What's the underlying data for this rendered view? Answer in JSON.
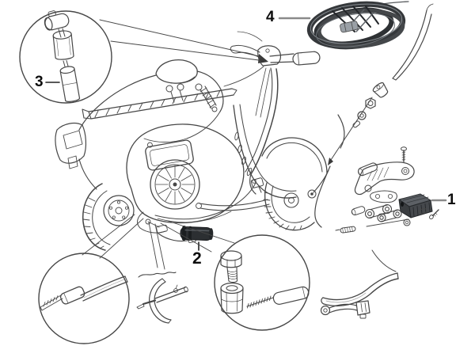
{
  "diagram": {
    "background_color": "#ffffff",
    "line_color": "#474747",
    "dark_part_color": "#35383b",
    "callouts": [
      {
        "label": "1"
      },
      {
        "label": "2"
      },
      {
        "label": "3"
      },
      {
        "label": "4"
      }
    ]
  }
}
